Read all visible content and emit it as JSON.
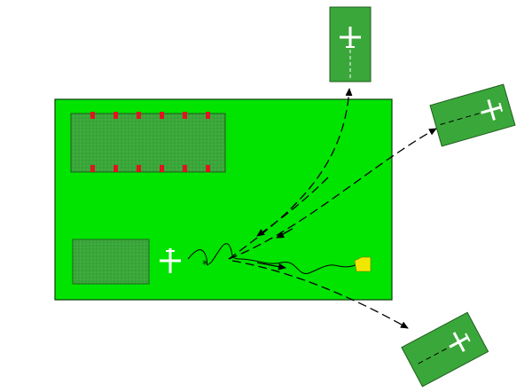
{
  "colors": {
    "field": "#00e400",
    "zone": "#3aa73a",
    "zone_border": "#1f5e1f",
    "field_border": "#0a3d0a",
    "marker": "#e0141e",
    "path": "#000000",
    "aircraft": "#ffffff",
    "vehicle": "#f0e800",
    "background": "#ffffff"
  },
  "icons": {
    "aircraft": "glider-aircraft-icon",
    "vehicle": "yellow-winch-vehicle-icon",
    "launch_point": "asterisk-launch-icon"
  },
  "diagram": {
    "main_field": "green-airfield",
    "parking_area": "parking-area-with-red-markers",
    "launch_area": "launch-area",
    "landing_fields": [
      "landing-field-north",
      "landing-field-east",
      "landing-field-southeast"
    ],
    "red_markers_per_row": 6,
    "red_marker_rows": 2,
    "launch_paths": 3
  }
}
